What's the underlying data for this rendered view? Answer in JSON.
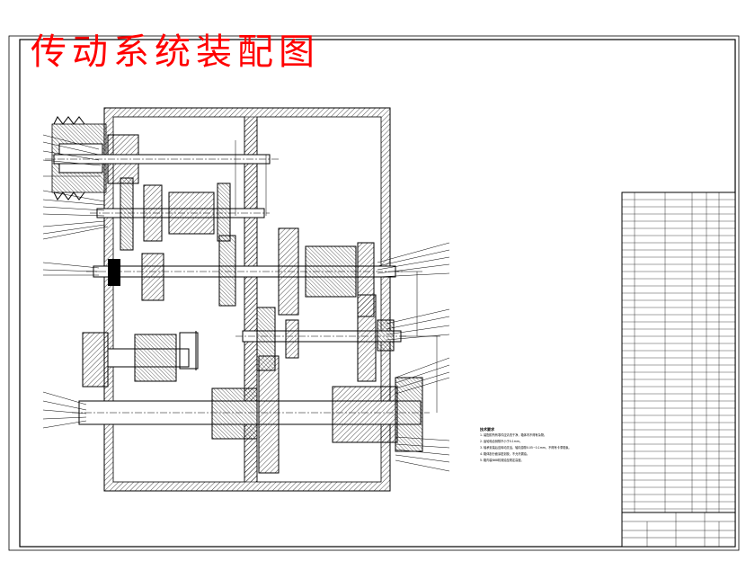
{
  "title": "传动系统装配图",
  "technical_requirements": {
    "heading": "技术要求",
    "items": [
      "1. 装配前所有零件应清洗干净，箱体内不得有杂物。",
      "2. 齿轮啮合侧隙不小于0.1mm。",
      "3. 轴承安装后应转动灵活，轴向游隙0.05~0.1mm，不得有卡滞现象。",
      "4. 箱体剖分面涂密封胶，不允许漏油。",
      "5. 箱内装N68机械油至规定高度。"
    ]
  },
  "colors": {
    "title": "#ff0000",
    "line": "#000000",
    "paper": "#ffffff"
  }
}
